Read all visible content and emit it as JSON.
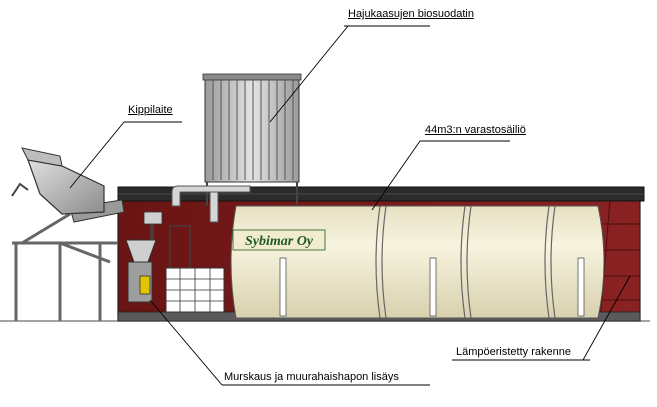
{
  "labels": {
    "biofilter": "Hajukaasujen biosuodatin",
    "tipper": "Kippilaite",
    "tank": "44m3:n varastosäiliö",
    "insulated_building": "Lämpöeristetty rakenne",
    "crushing": "Murskaus ja muurahaishapon lisäys"
  },
  "logo_text": "Sybimar Oy",
  "colors": {
    "building_wall": "#7a1a1a",
    "tank_fill": "#f1ecd0",
    "roof": "#2b2b2b",
    "steel": "#c9c9c9",
    "logo": "#1f5a1f"
  }
}
